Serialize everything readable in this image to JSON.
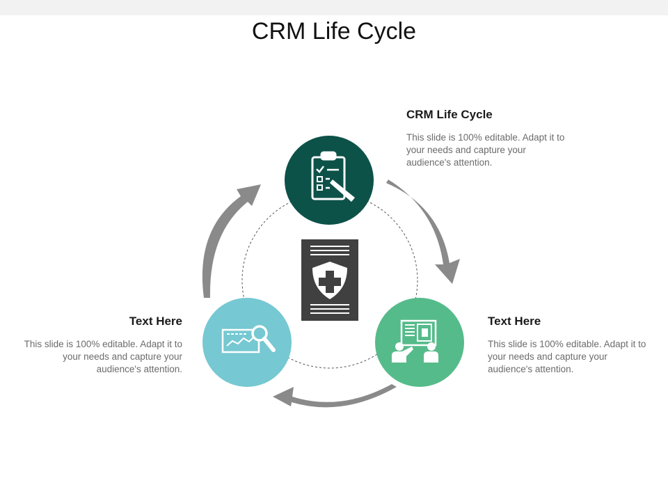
{
  "slide": {
    "title": "CRM Life Cycle"
  },
  "colors": {
    "top_circle": "#0d5249",
    "right_circle": "#56bb8a",
    "left_circle": "#76c8d2",
    "arrows": "#8a8a8a",
    "center_panel": "#404040",
    "dashed_ring": "#555555"
  },
  "nodes": [
    {
      "id": "top",
      "icon": "clipboard-checklist-icon",
      "heading": "CRM Life Cycle",
      "text": "This slide is 100% editable. Adapt it to your needs and capture your audience's attention."
    },
    {
      "id": "right",
      "icon": "presentation-meeting-icon",
      "heading": "Text Here",
      "text": "This slide is 100% editable. Adapt it to your needs and capture your audience's attention."
    },
    {
      "id": "left",
      "icon": "chart-magnifier-icon",
      "heading": "Text Here",
      "text": "This slide is 100% editable. Adapt it to your needs and capture your audience's attention."
    }
  ],
  "center": {
    "icon": "shield-cross-document-icon"
  }
}
